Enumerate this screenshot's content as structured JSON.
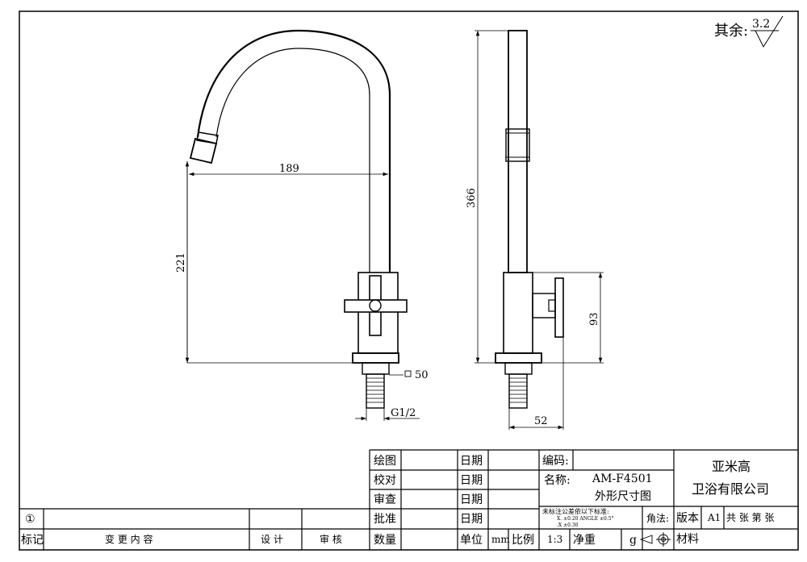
{
  "roughness": {
    "prefix": "其余:",
    "value": "3.2"
  },
  "dimensions": {
    "reach": "189",
    "height": "221",
    "base_square": "50",
    "thread": "G1/2",
    "total_height": "366",
    "body_height": "93",
    "depth": "52"
  },
  "title_block": {
    "drawn_label": "绘图",
    "checked_label": "校对",
    "reviewed_label": "审查",
    "approved_label": "批准",
    "date_label": "日期",
    "code_label": "编码:",
    "name_label": "名称:",
    "model": "AM-F4501",
    "drawing_title": "外形尺寸图",
    "company_line1": "亚米高",
    "company_line2": "卫浴有限公司",
    "tolerance_note": "未标注公差依以下标准:",
    "tolerance_line1": "X.  ±0.20  ANGLE  ±0.5°",
    "tolerance_line2": ".X  ±0.30",
    "angle_label": "角法:",
    "edition_label": "版本",
    "edition_value": "A1",
    "sheets_label": "共  张 第  张",
    "quantity_label": "数量",
    "unit_label": "单位",
    "unit_value": "mm",
    "scale_label": "比例",
    "scale_value": "1:3",
    "net_weight_label": "净重",
    "weight_unit": "g",
    "material_label": "材料"
  },
  "revision_block": {
    "revision_mark": "①",
    "mark_label": "标记",
    "change_label": "变 更 内 容",
    "design_label": "设 计",
    "audit_label": "审 核"
  }
}
